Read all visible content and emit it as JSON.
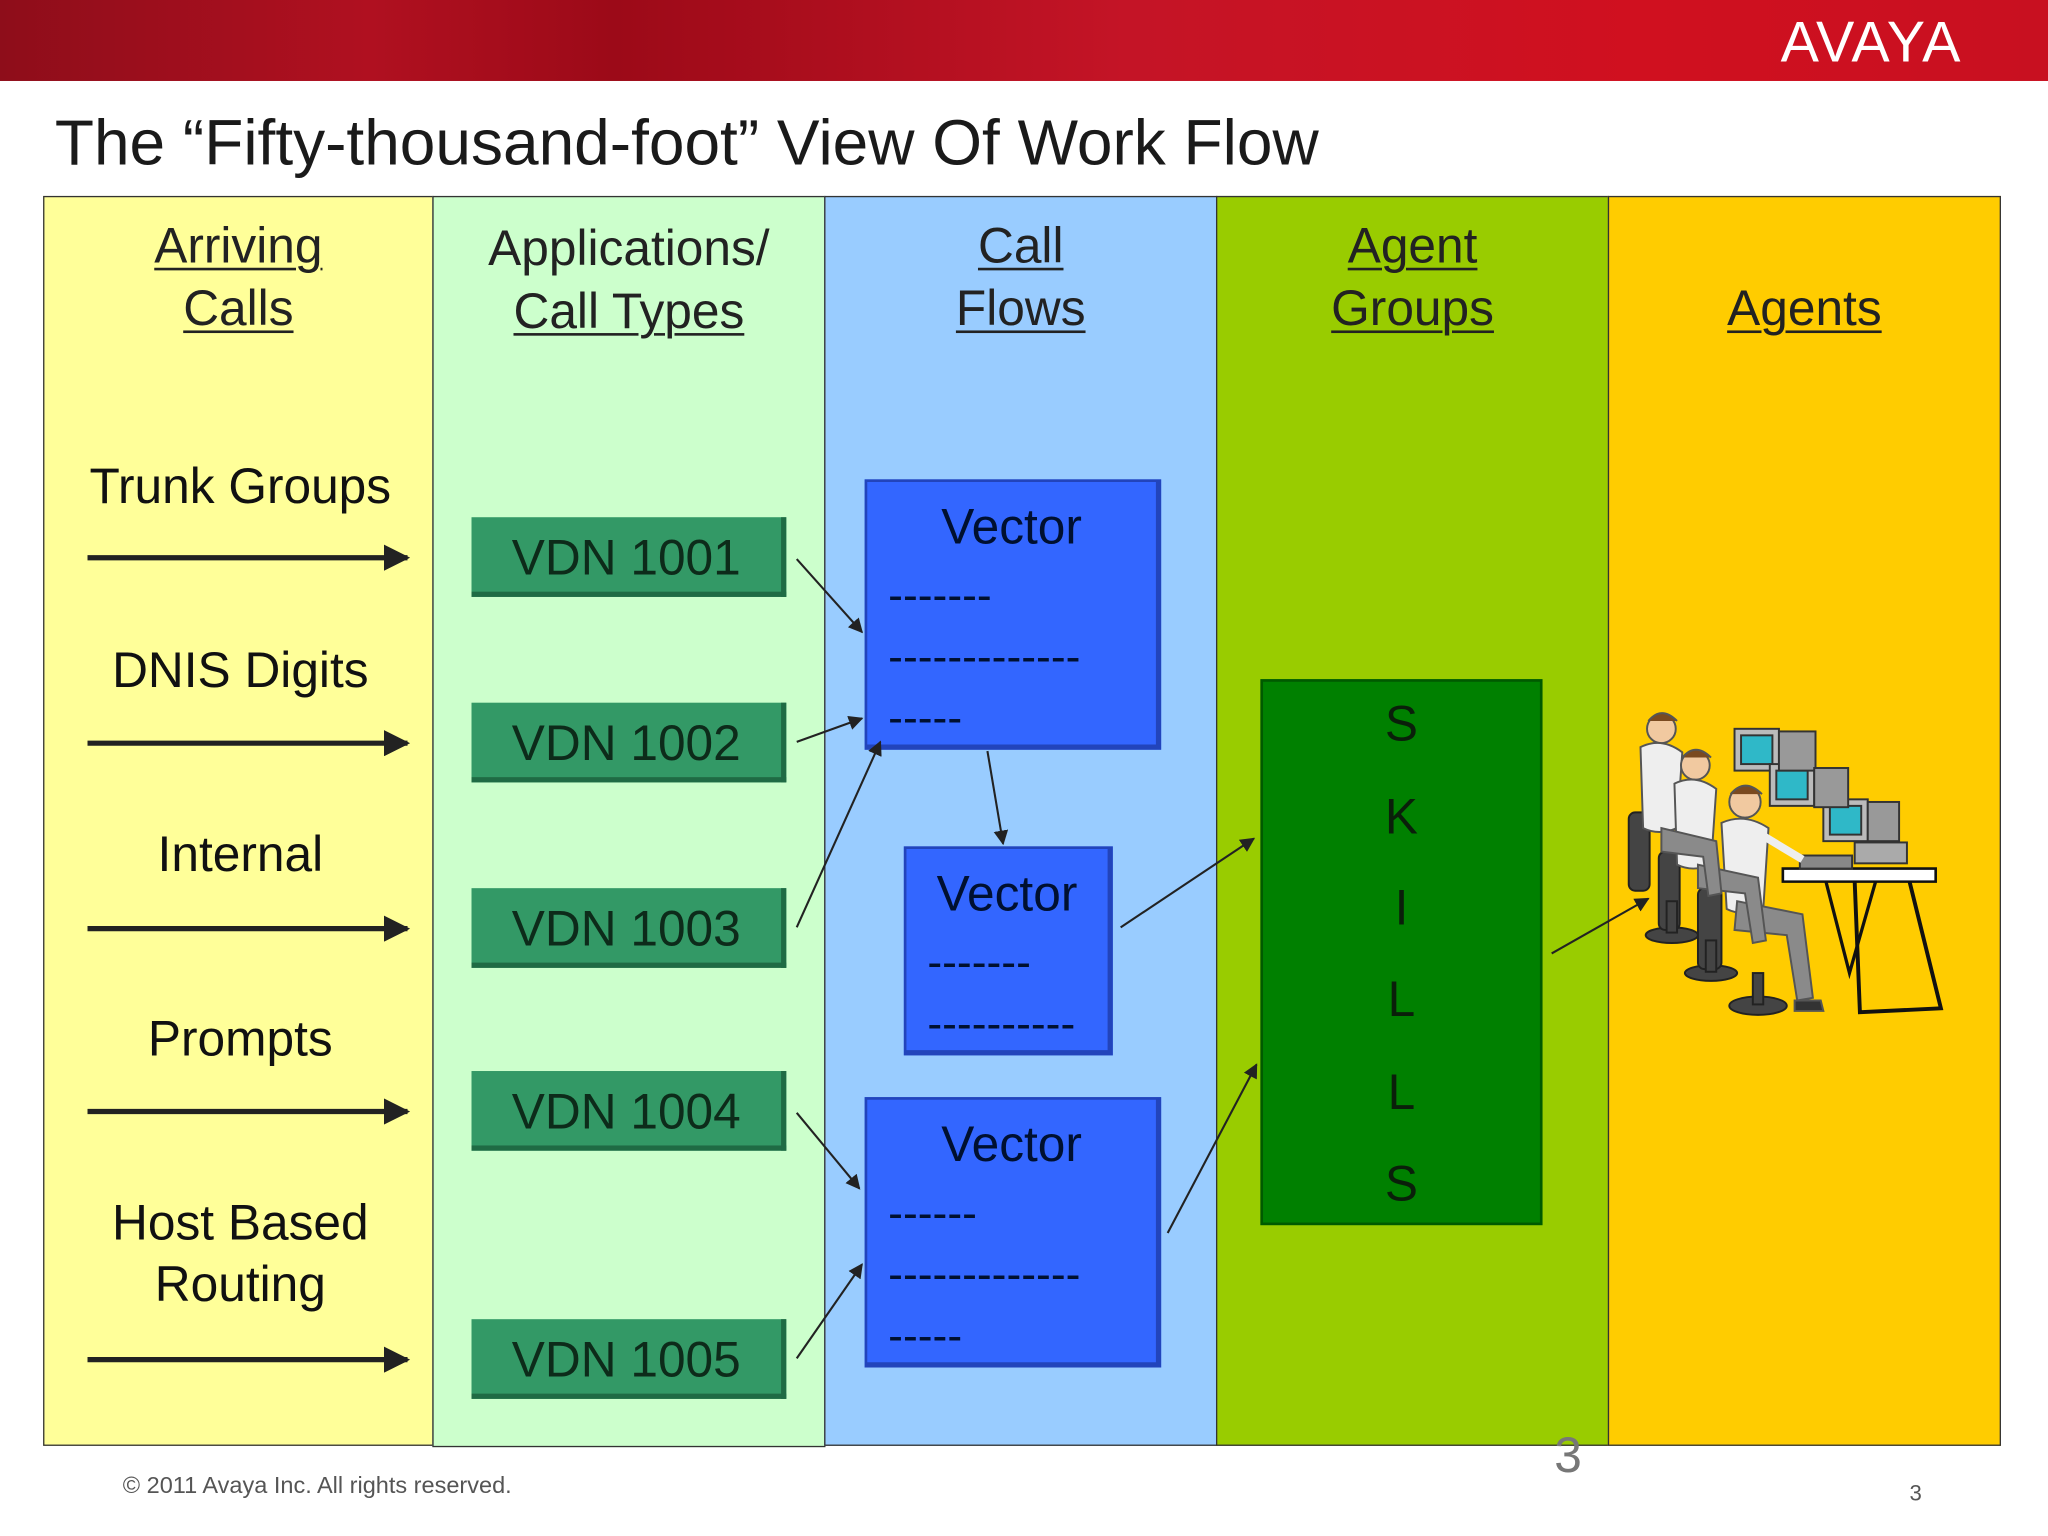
{
  "brand": {
    "logo": "AVAYA"
  },
  "slide": {
    "title": "The “Fifty-thousand-foot” View Of Work Flow"
  },
  "columns": {
    "arriving": [
      "Arriving",
      "Calls"
    ],
    "apps": [
      "Applications/",
      "Call Types"
    ],
    "flows": [
      "Call",
      "Flows"
    ],
    "groups": [
      "Agent",
      "Groups"
    ],
    "agents": "Agents"
  },
  "sources": {
    "trunk": "Trunk Groups",
    "dnis": "DNIS Digits",
    "internal": "Internal",
    "prompts": "Prompts",
    "host1": "Host Based",
    "host2": "Routing"
  },
  "vdns": [
    "VDN 1001",
    "VDN 1002",
    "VDN 1003",
    "VDN 1004",
    "VDN 1005"
  ],
  "vectors": [
    {
      "title": "Vector",
      "lines": [
        "-------",
        "-------------",
        "-----"
      ]
    },
    {
      "title": "Vector",
      "lines": [
        "-------",
        "----------"
      ]
    },
    {
      "title": "Vector",
      "lines": [
        "------",
        "-------------",
        "-----"
      ]
    }
  ],
  "skills": [
    "S",
    "K",
    "I",
    "L",
    "L",
    "S"
  ],
  "colors": {
    "arriving": "#ffff99",
    "apps": "#ccffcc",
    "flows": "#99ccff",
    "groups": "#99cc00",
    "agents": "#ffcc00"
  },
  "footer": {
    "copyright": "© 2011 Avaya Inc. All rights reserved.",
    "page_big": "3",
    "page_small": "3"
  }
}
